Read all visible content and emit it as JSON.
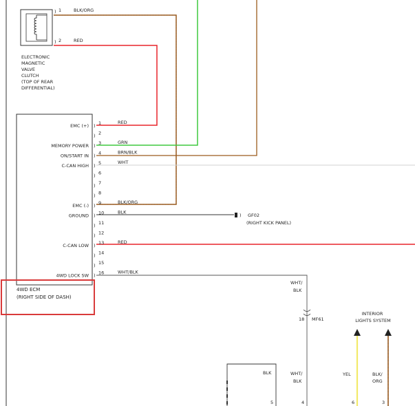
{
  "colors": {
    "red": "#e8232a",
    "green": "#3ec93e",
    "brown": "#9c5a1c",
    "black": "#333333",
    "yellow": "#f2ea6a",
    "highlight": "#d93a3a"
  },
  "clutch": {
    "pin1": "1",
    "pin2": "2",
    "wire1": "BLK/ORG",
    "wire2": "RED",
    "label_lines": [
      "ELECTRONIC",
      "MAGNETIC",
      "VALVE",
      "CLUTCH",
      "(TOP OF REAR",
      "DIFFERENTIAL)"
    ]
  },
  "ecm": {
    "title": "4WD ECM",
    "subtitle": "(RIGHT SIDE OF DASH)",
    "pins": [
      {
        "num": "1",
        "label": "EMC (+)",
        "wire": "RED"
      },
      {
        "num": "2",
        "label": "",
        "wire": ""
      },
      {
        "num": "3",
        "label": "MEMORY POWER",
        "wire": "GRN"
      },
      {
        "num": "4",
        "label": "ON/START IN",
        "wire": "BRN/BLK"
      },
      {
        "num": "5",
        "label": "C-CAN HIGH",
        "wire": "WHT"
      },
      {
        "num": "6",
        "label": "",
        "wire": ""
      },
      {
        "num": "7",
        "label": "",
        "wire": ""
      },
      {
        "num": "8",
        "label": "",
        "wire": ""
      },
      {
        "num": "9",
        "label": "EMC (-)",
        "wire": "BLK/ORG"
      },
      {
        "num": "10",
        "label": "GROUND",
        "wire": "BLK"
      },
      {
        "num": "11",
        "label": "",
        "wire": ""
      },
      {
        "num": "12",
        "label": "",
        "wire": ""
      },
      {
        "num": "13",
        "label": "C-CAN LOW",
        "wire": "RED"
      },
      {
        "num": "14",
        "label": "",
        "wire": ""
      },
      {
        "num": "15",
        "label": "",
        "wire": ""
      },
      {
        "num": "16",
        "label": "4WD LOCK SW",
        "wire": "WHT/BLK"
      }
    ]
  },
  "ground": {
    "id": "GF02",
    "location": "(RIGHT KICK PANEL)"
  },
  "splice": {
    "upper_wire_lines": [
      "WHT/",
      "BLK"
    ],
    "pin": "18",
    "id": "MF61",
    "lower_wire_lines": [
      "WHT/",
      "BLK"
    ],
    "lower_pin": "4"
  },
  "interior": {
    "title_lines": [
      "INTERIOR",
      "LIGHTS SYSTEM"
    ],
    "left_wire": "YEL",
    "left_pin": "6",
    "right_wire_lines": [
      "BLK/",
      "ORG"
    ],
    "right_pin": "3"
  },
  "connector_bottom": {
    "wire": "BLK",
    "pin": "5"
  }
}
